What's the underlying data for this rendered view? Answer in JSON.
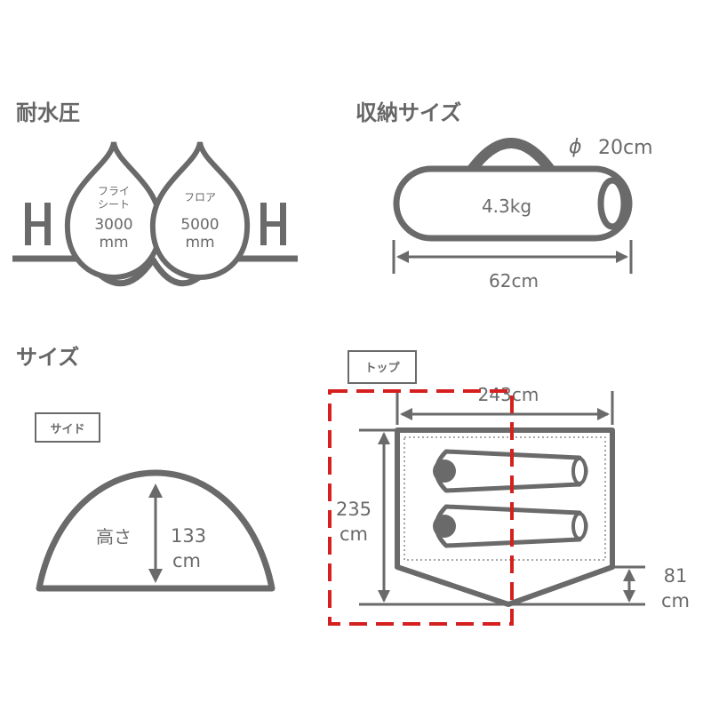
{
  "sections": {
    "water": {
      "title": "耐水圧"
    },
    "storage": {
      "title": "収納サイズ"
    },
    "size": {
      "title": "サイズ"
    }
  },
  "water_pressure": {
    "left_letter": "H",
    "right_letter": "H",
    "fly": {
      "label_line1": "フライ",
      "label_line2": "シート",
      "value": "3000",
      "unit": "mm"
    },
    "floor": {
      "label": "フロア",
      "value": "5000",
      "unit": "mm"
    }
  },
  "storage": {
    "diameter_symbol": "ϕ",
    "diameter": "20cm",
    "weight": "4.3kg",
    "length": "62cm"
  },
  "side_view": {
    "tag": "サイド",
    "height_label": "高さ",
    "height_value": "133",
    "height_unit": "cm"
  },
  "top_view": {
    "tag": "トップ",
    "width": "243cm",
    "depth_value": "235",
    "depth_unit": "cm",
    "vestibule_value": "81",
    "vestibule_unit": "cm"
  },
  "colors": {
    "line": "#6a6a6a",
    "fill": "#ffffff",
    "highlight": "#d62020"
  }
}
